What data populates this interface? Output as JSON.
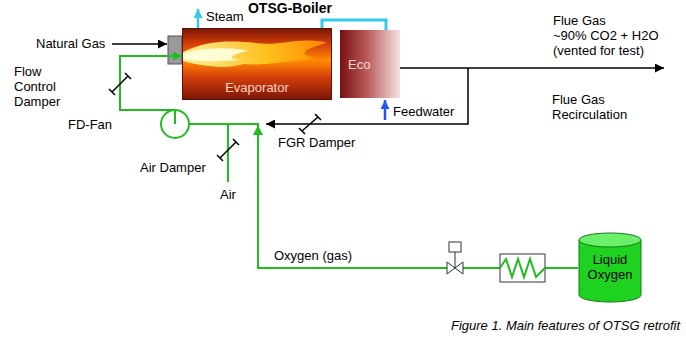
{
  "diagram": {
    "title": "OTSG-Boiler",
    "caption": "Figure 1. Main features of OTSG retrofit",
    "nodes": [
      {
        "text": [
          "Evaporator"
        ]
      },
      {
        "text": [
          "Eco"
        ]
      },
      {
        "text": [
          "Liquid Oxygen"
        ]
      }
    ],
    "edges": [
      {
        "from": 1,
        "to": 0,
        "arrow": "none"
      },
      {
        "from": 2,
        "to": 0,
        "arrow": "to",
        "label": "Oxygen (gas)"
      }
    ],
    "labels": [
      "Steam",
      "Natural Gas",
      "Flow Control Damper",
      "FD-Fan",
      "Air Damper",
      "Air",
      "FGR Damper",
      "Feedwater",
      "Flue Gas",
      "~90% CO2 + H2O (vented for test)",
      "Flue Gas Recirculation"
    ]
  }
}
